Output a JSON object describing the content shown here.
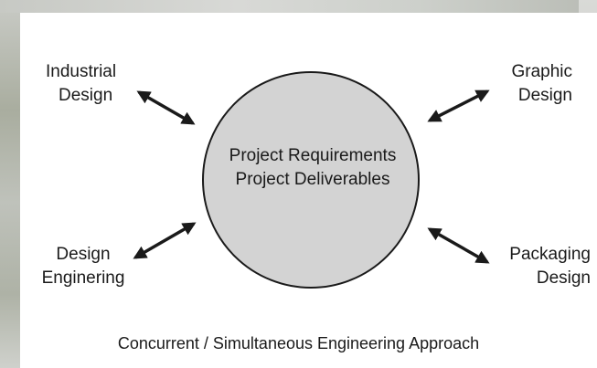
{
  "diagram": {
    "center": {
      "line1": "Project Requirements",
      "line2": "Project Deliverables"
    },
    "nodes": {
      "top_left": {
        "line1": "Industrial",
        "line2": "Design"
      },
      "top_right": {
        "line1": "Graphic",
        "line2": "Design"
      },
      "bottom_left": {
        "line1": "Design",
        "line2": "Enginering"
      },
      "bottom_right": {
        "line1": "Packaging",
        "line2": "Design"
      }
    },
    "caption": "Concurrent / Simultaneous Engineering Approach"
  },
  "colors": {
    "circle_fill": "#d3d3d3",
    "circle_stroke": "#1a1a1a",
    "arrow": "#1a1a1a",
    "text": "#1a1a1a"
  }
}
